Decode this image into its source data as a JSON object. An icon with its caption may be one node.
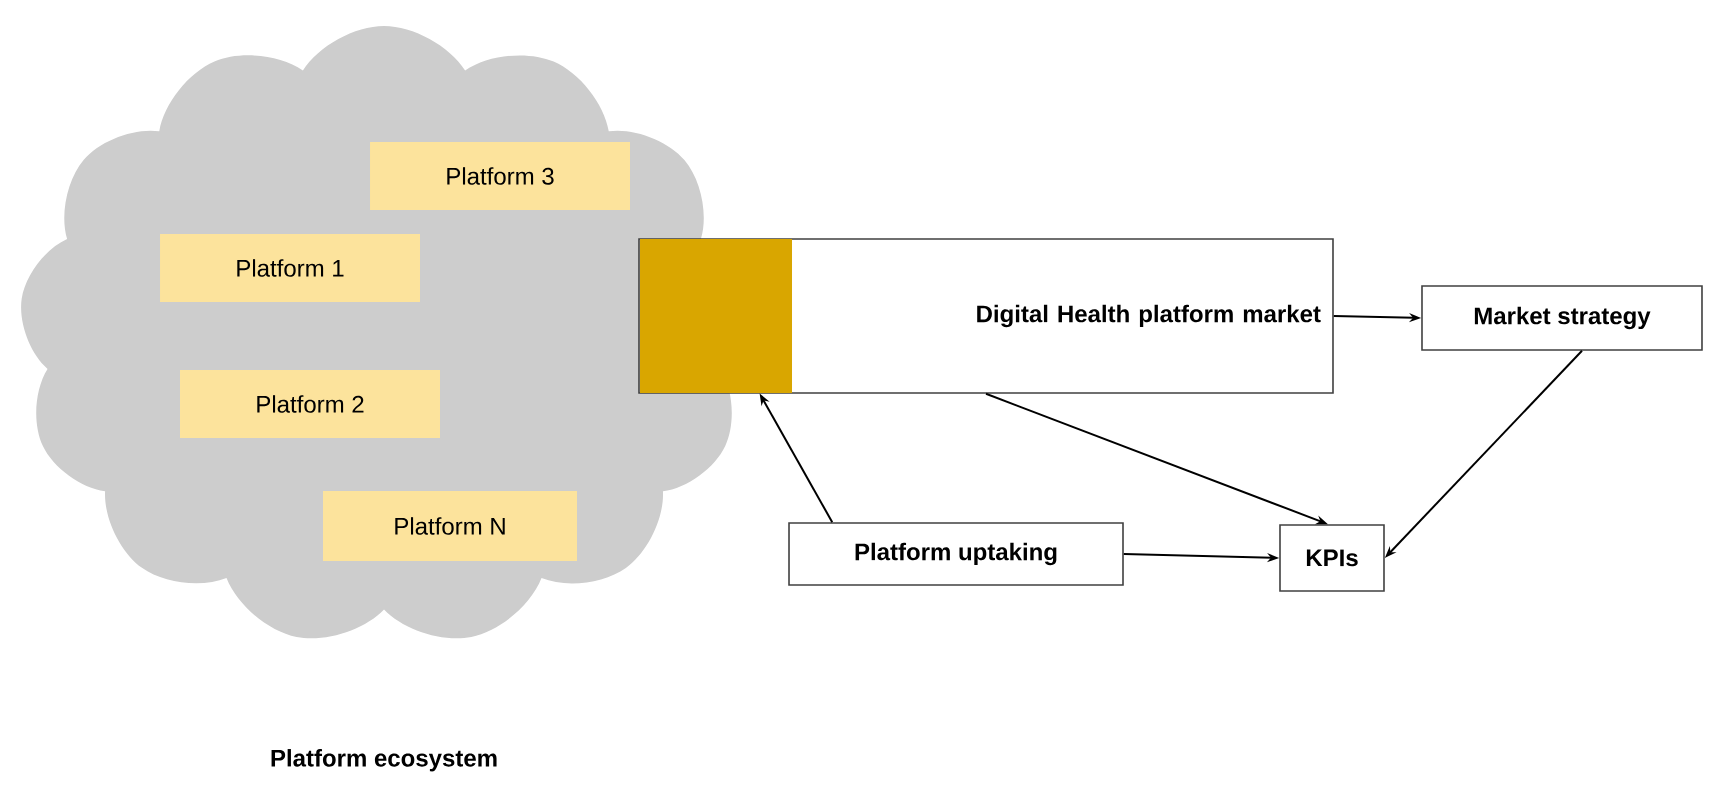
{
  "diagram": {
    "nodes": [
      {
        "text": [
          "Platform ecosystem"
        ]
      },
      {
        "text": [
          "Platform 3"
        ],
        "in": 0
      },
      {
        "text": [
          "Platform 1"
        ],
        "in": 0
      },
      {
        "text": [
          "Platform 2"
        ],
        "in": 0
      },
      {
        "text": [
          "Platform N"
        ],
        "in": 0
      },
      {
        "text": [
          "Digital Health platform market"
        ]
      },
      {
        "text": [],
        "shape": "box",
        "in": 5
      },
      {
        "text": [
          "Market strategy"
        ]
      },
      {
        "text": [
          "Platform uptaking"
        ]
      },
      {
        "text": [
          "KPIs"
        ]
      }
    ],
    "edges": [
      {
        "from": 5,
        "to": 7,
        "arrow": "to"
      },
      {
        "from": 8,
        "to": 6,
        "arrow": "to"
      },
      {
        "from": 5,
        "to": 9,
        "arrow": "to"
      },
      {
        "from": 8,
        "to": 9,
        "arrow": "to"
      },
      {
        "from": 7,
        "to": 9,
        "arrow": "to"
      }
    ]
  }
}
